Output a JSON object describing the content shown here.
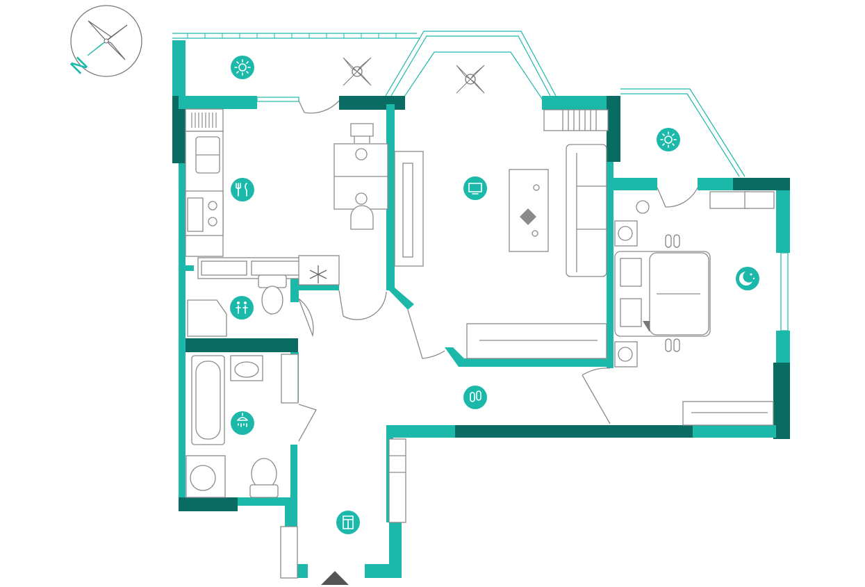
{
  "colors": {
    "wall": "#1cb9aa",
    "wall_dark": "#0a6b63",
    "furniture_stroke": "#8a8a8a",
    "icon_fill": "#1cb9aa"
  },
  "compass": {
    "north_label": "N"
  },
  "rooms": [
    {
      "id": "balcony-left",
      "icon": "sun-icon"
    },
    {
      "id": "balcony-right",
      "icon": "sun-icon"
    },
    {
      "id": "kitchen",
      "icon": "fork-knife-icon"
    },
    {
      "id": "living-room",
      "icon": "tv-icon"
    },
    {
      "id": "toilet",
      "icon": "people-icon"
    },
    {
      "id": "bathroom",
      "icon": "shower-icon"
    },
    {
      "id": "bedroom",
      "icon": "moon-stars-icon"
    },
    {
      "id": "hallway",
      "icon": "slippers-icon"
    },
    {
      "id": "entrance",
      "icon": "wardrobe-icon"
    }
  ]
}
